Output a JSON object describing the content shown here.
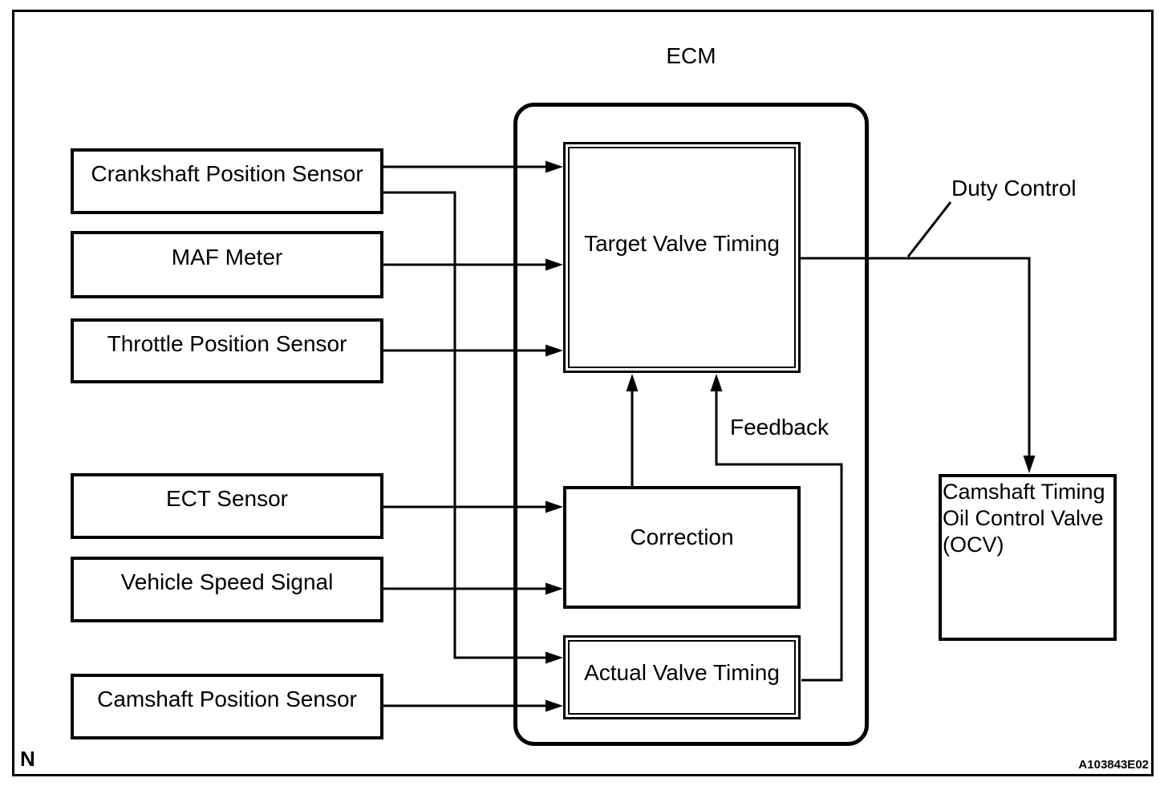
{
  "page": {
    "background_color": "#ffffff",
    "line_color": "#000000"
  },
  "ecm": {
    "title": "ECM",
    "blocks": {
      "target": "Target Valve Timing",
      "correction": "Correction",
      "actual": "Actual Valve Timing"
    }
  },
  "sensors": [
    {
      "label": "Crankshaft Position Sensor"
    },
    {
      "label": "MAF Meter"
    },
    {
      "label": "Throttle Position Sensor"
    },
    {
      "label": "ECT Sensor"
    },
    {
      "label": "Vehicle Speed Signal"
    },
    {
      "label": "Camshaft Position Sensor"
    }
  ],
  "annotations": {
    "duty_control": "Duty Control",
    "feedback": "Feedback"
  },
  "ocv": {
    "lines": [
      "Camshaft Timing",
      "Oil Control Valve",
      "(OCV)"
    ]
  },
  "footer": {
    "page_marker": "N",
    "figure_code": "A103843E02"
  }
}
